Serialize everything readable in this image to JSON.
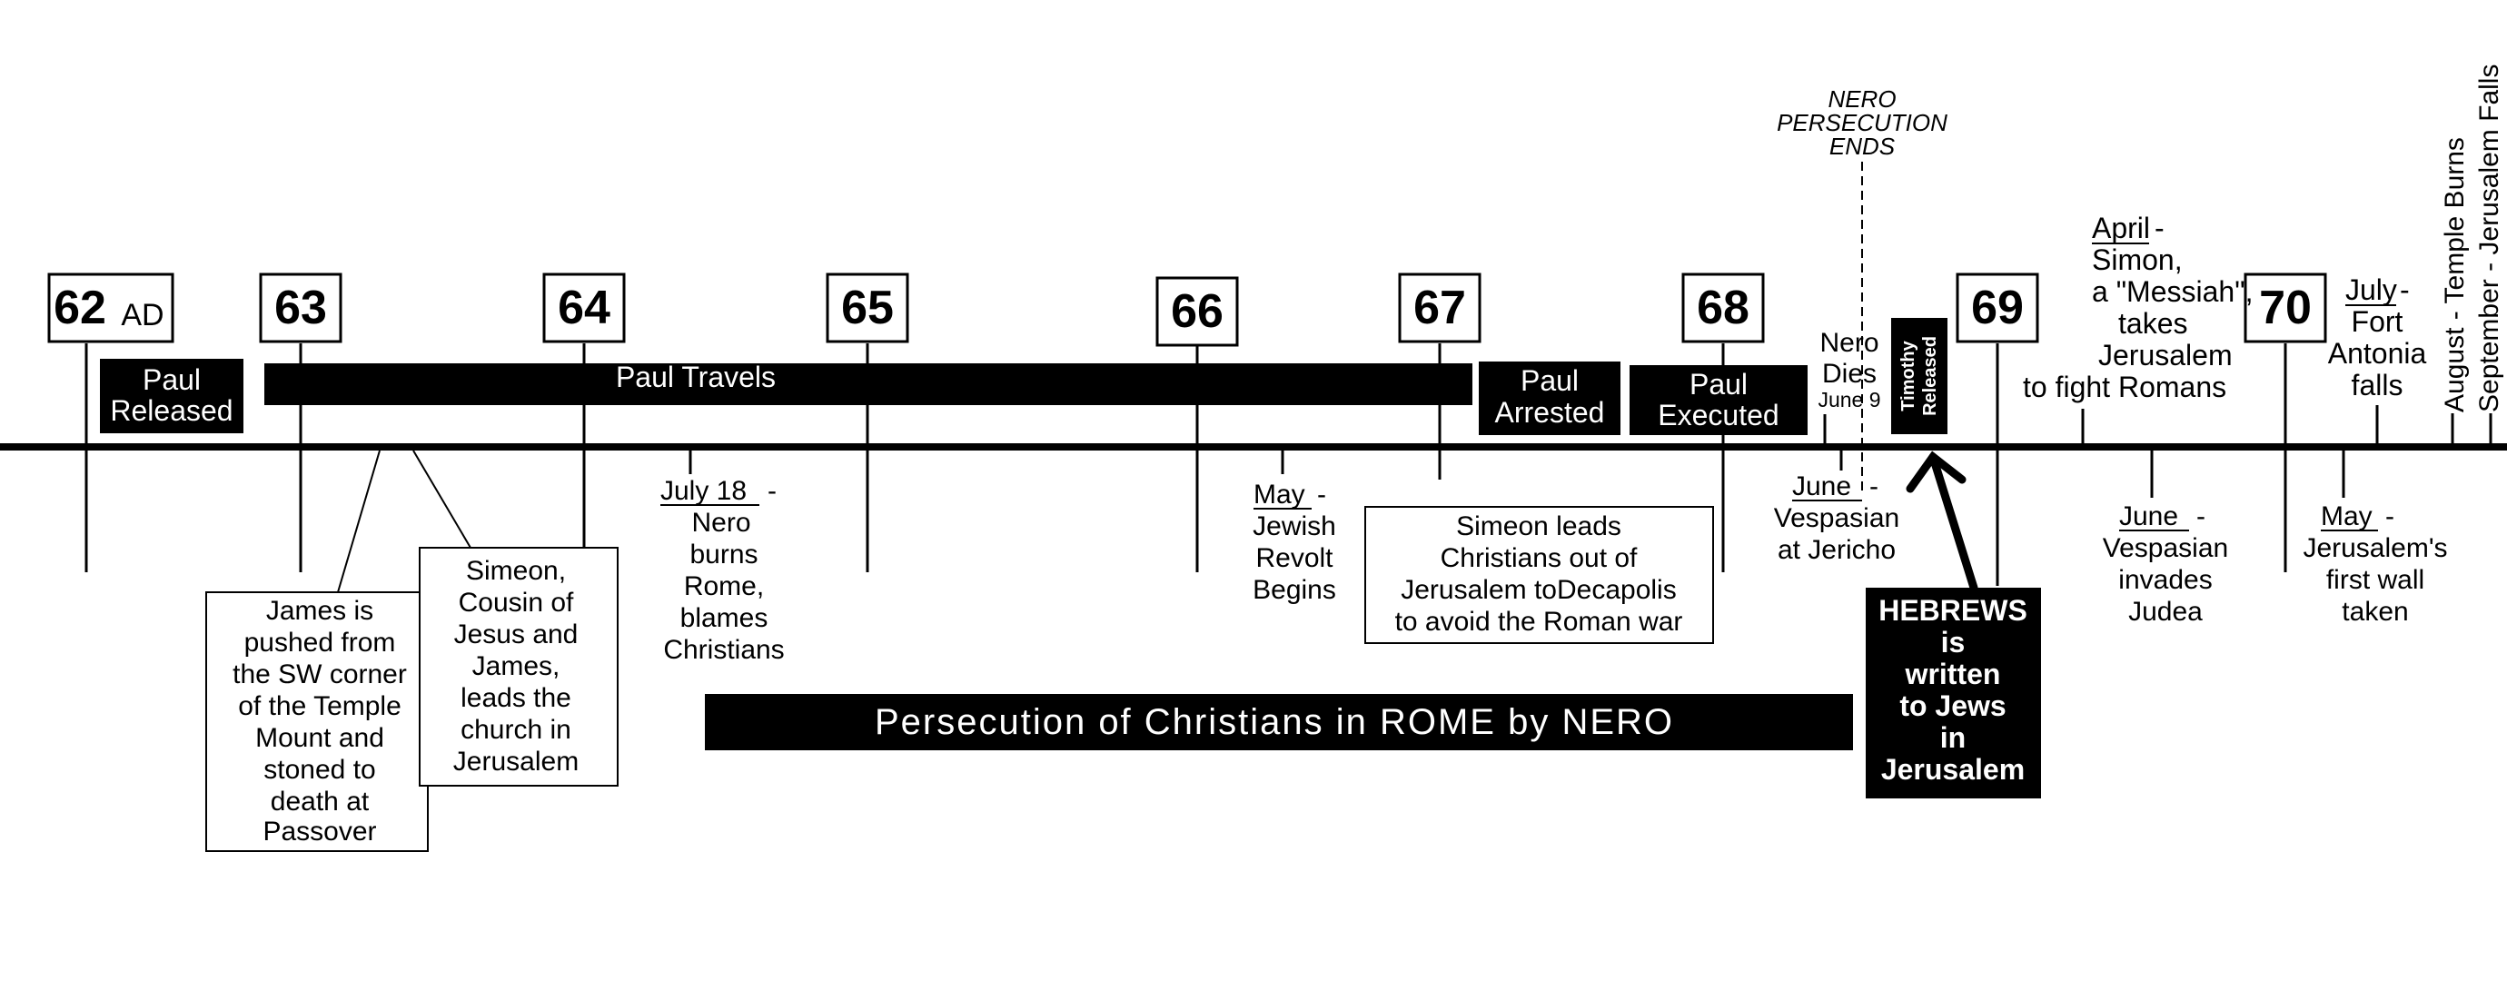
{
  "years": [
    {
      "label": "62",
      "suffix": "AD"
    },
    {
      "label": "63"
    },
    {
      "label": "64"
    },
    {
      "label": "65"
    },
    {
      "label": "66"
    },
    {
      "label": "67"
    },
    {
      "label": "68"
    },
    {
      "label": "69"
    },
    {
      "label": "70"
    }
  ],
  "bars": {
    "paul_released": [
      "Paul",
      "Released"
    ],
    "paul_travels": "Paul Travels",
    "paul_arrested": [
      "Paul",
      "Arrested"
    ],
    "paul_executed": [
      "Paul",
      "Executed"
    ],
    "timothy_released": [
      "Timothy",
      "Released"
    ]
  },
  "nero_dies": {
    "lines": [
      "Nero",
      "Dies"
    ],
    "date": "June 9"
  },
  "nero_persecution_ends": [
    "NERO",
    "PERSECUTION",
    "ENDS"
  ],
  "above_events": {
    "april": {
      "month": "April",
      "lines": [
        "Simon,",
        "a \"Messiah\",",
        "takes",
        "Jerusalem",
        "to fight Romans"
      ]
    },
    "july": {
      "month": "July",
      "lines": [
        "Fort",
        "Antonia",
        "falls"
      ]
    },
    "august": "August - Temple Burns",
    "september": "September - Jerusalem Falls"
  },
  "below_events": {
    "july18": {
      "month": "July 18",
      "lines": [
        "Nero",
        "burns",
        "Rome,",
        "blames",
        "Christians"
      ]
    },
    "may66": {
      "month": "May",
      "lines": [
        "Jewish",
        "Revolt",
        "Begins"
      ]
    },
    "june68": {
      "month": "June",
      "lines": [
        "Vespasian",
        "at Jericho"
      ]
    },
    "june69": {
      "month": "June",
      "lines": [
        "Vespasian",
        "invades",
        "Judea"
      ]
    },
    "may70": {
      "month": "May",
      "lines": [
        "Jerusalem's",
        "first wall",
        "taken"
      ]
    }
  },
  "boxes": {
    "james": [
      "James is",
      "pushed from",
      "the SW corner",
      "of the Temple",
      "Mount and",
      "stoned to",
      "death at",
      "Passover"
    ],
    "simeon64": [
      "Simeon,",
      "Cousin of",
      "Jesus and",
      "James,",
      "leads the",
      "church in",
      "Jerusalem"
    ],
    "simeon67": [
      "Simeon leads",
      "Christians out of",
      "Jerusalem toDecapolis",
      "to avoid the Roman war"
    ],
    "hebrews": [
      "HEBREWS",
      "is",
      "written",
      "to Jews",
      "in",
      "Jerusalem"
    ]
  },
  "persecution_banner": "Persecution of Christians in ROME by NERO"
}
